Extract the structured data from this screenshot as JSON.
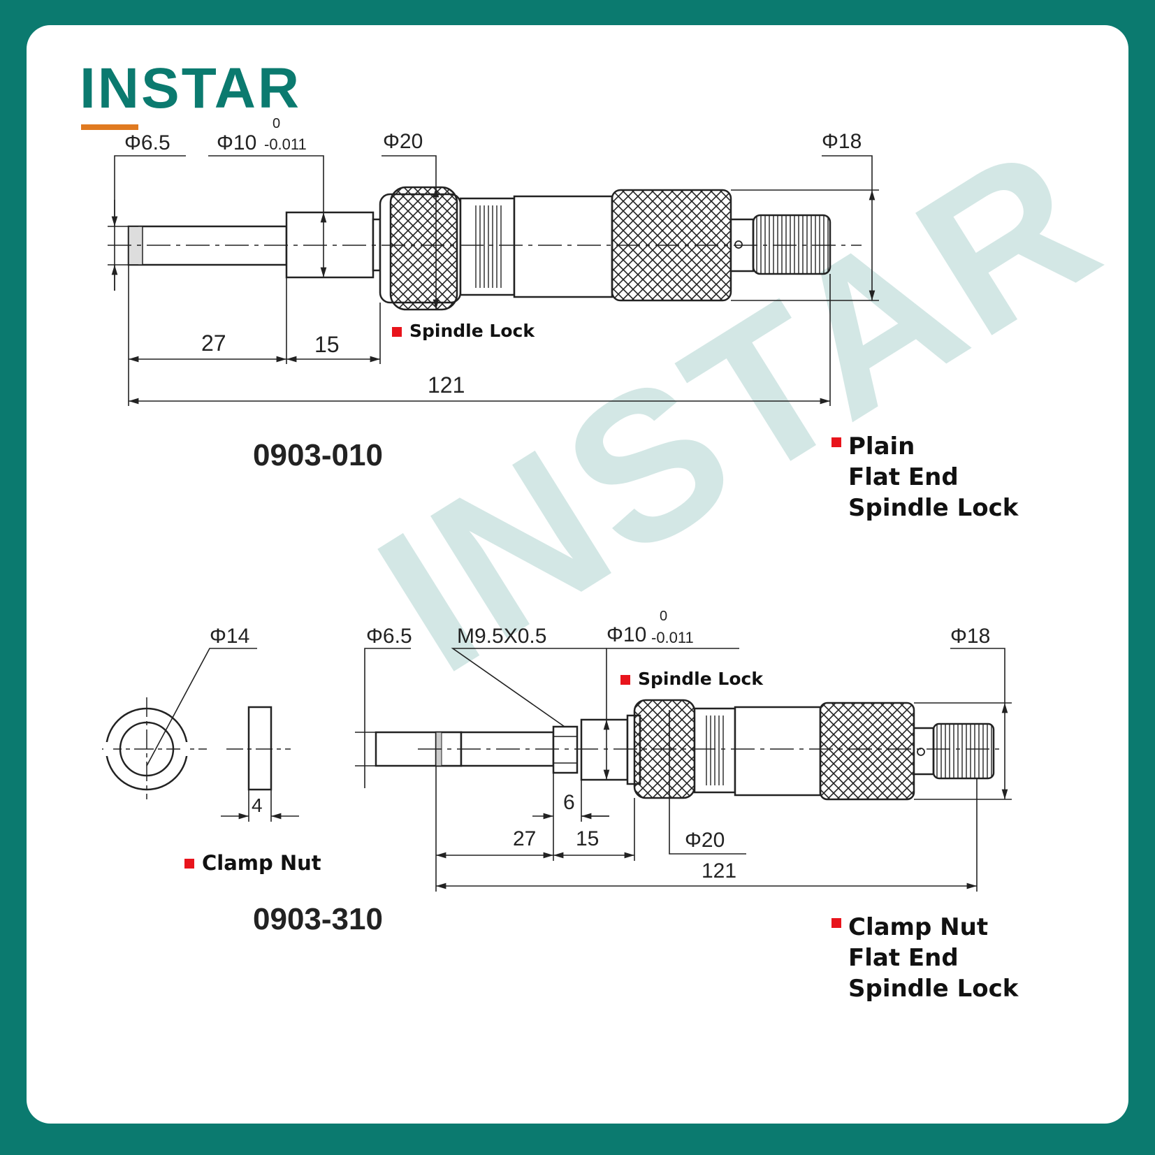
{
  "brand": {
    "logo_text": "INSTAR",
    "watermark_text": "INSTAR",
    "color_primary": "#0b7a6f",
    "color_accent": "#e07a20",
    "bullet_color": "#e8141c"
  },
  "top_drawing": {
    "model": "0903-010",
    "dims": {
      "phi_spindle": "Φ6.5",
      "phi_sleeve": "Φ10",
      "tol_upper": "0",
      "tol_lower": "-0.011",
      "phi_lock": "Φ20",
      "phi_thimble": "Φ18",
      "len_a": "27",
      "len_b": "15",
      "len_total": "121"
    },
    "spindle_lock_label": "Spindle Lock",
    "features": [
      "Plain",
      "Flat End",
      "Spindle Lock"
    ]
  },
  "bottom_drawing": {
    "model": "0903-310",
    "dims": {
      "phi_nut": "Φ14",
      "nut_width": "4",
      "phi_spindle": "Φ6.5",
      "thread": "M9.5X0.5",
      "phi_sleeve": "Φ10",
      "tol_upper": "0",
      "tol_lower": "-0.011",
      "phi_thimble": "Φ18",
      "len_nut": "6",
      "len_a": "27",
      "len_b": "15",
      "phi_lock": "Φ20",
      "len_total": "121"
    },
    "spindle_lock_label": "Spindle Lock",
    "clamp_nut_label": "Clamp Nut",
    "features": [
      "Clamp Nut",
      "Flat End",
      "Spindle Lock"
    ]
  }
}
